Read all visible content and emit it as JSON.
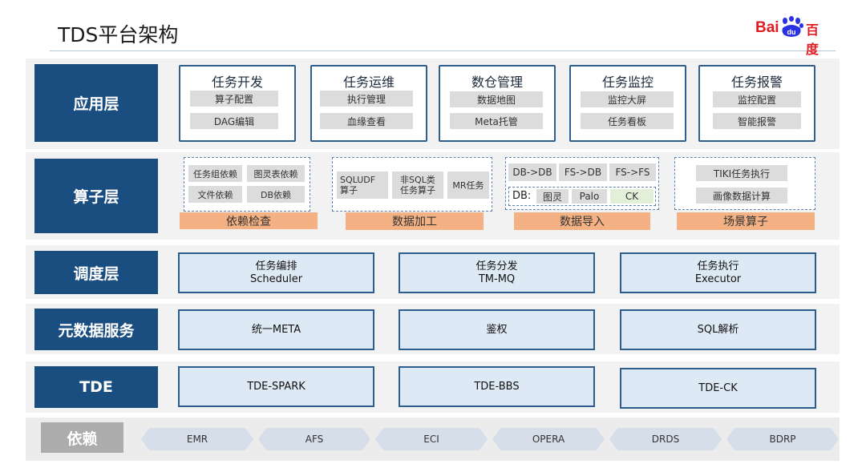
{
  "header": {
    "title": "TDS平台架构"
  },
  "logo": {
    "bai": "Bai",
    "du": "du",
    "chinese": "百度"
  },
  "colors": {
    "layer": "#1a4e80",
    "orange": "#f4b183",
    "accent_red": "#de1c22"
  },
  "layers": {
    "app": "应用层",
    "operator": "算子层",
    "scheduler": "调度层",
    "meta": "元数据服务",
    "tde": "TDE",
    "dep": "依赖"
  },
  "app_cards": [
    {
      "title": "任务开发",
      "items": [
        "算子配置",
        "DAG编辑"
      ]
    },
    {
      "title": "任务运维",
      "items": [
        "执行管理",
        "血缘查看"
      ]
    },
    {
      "title": "数仓管理",
      "items": [
        "数据地图",
        "Meta托管"
      ]
    },
    {
      "title": "任务监控",
      "items": [
        "监控大屏",
        "任务看板"
      ]
    },
    {
      "title": "任务报警",
      "items": [
        "监控配置",
        "智能报警"
      ]
    }
  ],
  "operator": {
    "dependency": {
      "chips": [
        "任务组依赖",
        "图灵表依赖",
        "文件依赖",
        "DB依赖"
      ],
      "label": "依赖检查"
    },
    "processing": {
      "chips": [
        "SQLUDF\n算子",
        "非SQL类\n任务算子",
        "MR任务"
      ],
      "label": "数据加工"
    },
    "import": {
      "row1": [
        "DB->DB",
        "FS->DB",
        "FS->FS"
      ],
      "db_prefix": "DB:",
      "row2": [
        "图灵",
        "Palo",
        "CK"
      ],
      "label": "数据导入"
    },
    "scene": {
      "chips": [
        "TIKI任务执行",
        "画像数据计算"
      ],
      "label": "场景算子"
    }
  },
  "scheduler": [
    {
      "line1": "任务编排",
      "line2": "Scheduler"
    },
    {
      "line1": "任务分发",
      "line2": "TM-MQ"
    },
    {
      "line1": "任务执行",
      "line2": "Executor"
    }
  ],
  "meta": [
    "统一META",
    "鉴权",
    "SQL解析"
  ],
  "tde": [
    "TDE-SPARK",
    "TDE-BBS",
    "TDE-CK"
  ],
  "dependencies": [
    "EMR",
    "AFS",
    "ECI",
    "OPERA",
    "DRDS",
    "BDRP"
  ]
}
